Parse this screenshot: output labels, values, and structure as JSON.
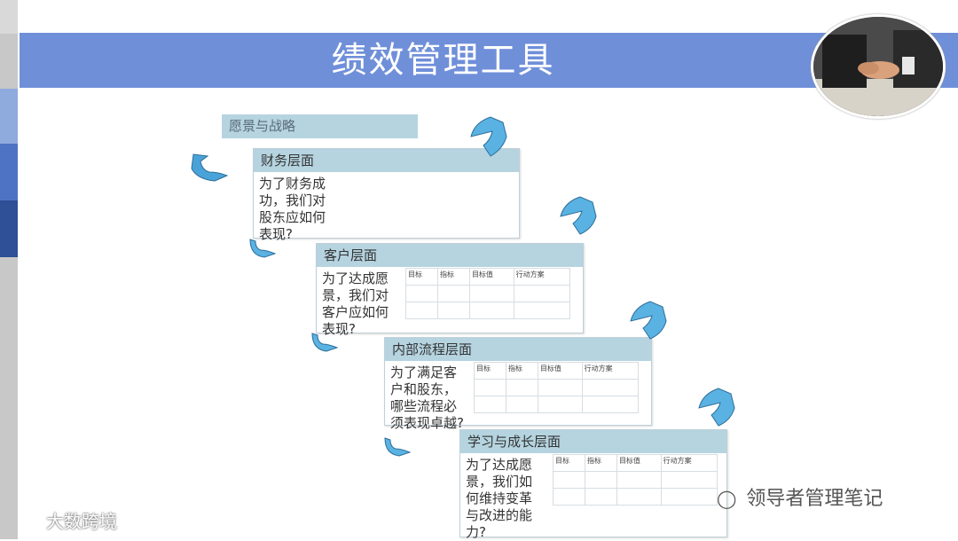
{
  "title": "绩效管理工具",
  "vision_label": "愿景与战略",
  "cards": [
    {
      "heading": "财务层面",
      "question": "为了财务成功，我们对股东应如何表现?"
    },
    {
      "heading": "客户层面",
      "question": "为了达成愿景，我们对客户应如何表现?"
    },
    {
      "heading": "内部流程层面",
      "question": "为了满足客户和股东，哪些流程必须表现卓越?"
    },
    {
      "heading": "学习与成长层面",
      "question": "为了达成愿景，我们如何维持变革与改进的能力?"
    }
  ],
  "grid_headers": [
    "目标",
    "指标",
    "目标值",
    "行动方案"
  ],
  "watermark_left": "大数跨境",
  "watermark_right": "领导者管理笔记",
  "colors": {
    "header": "#6f8fd9",
    "label": "#b5d4e0",
    "arrow": "#4aa3d8"
  },
  "icons": [
    "handshake-photo",
    "curved-arrow-icon",
    "wechat-icon"
  ]
}
